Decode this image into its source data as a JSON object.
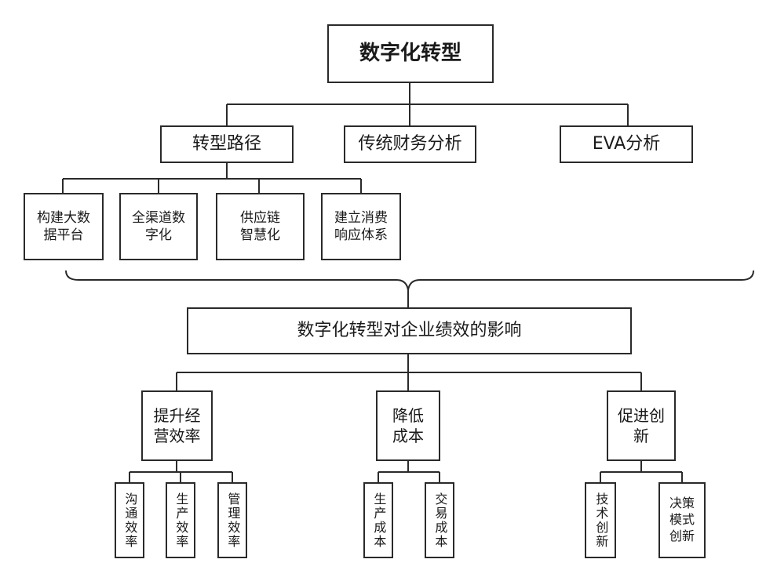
{
  "root": {
    "label": "数字化转型"
  },
  "level1": [
    {
      "label": "转型路径"
    },
    {
      "label": "传统财务分析"
    },
    {
      "label": "EVA分析"
    }
  ],
  "paths": [
    {
      "label": "构建大数\n据平台"
    },
    {
      "label": "全渠道数\n字化"
    },
    {
      "label": "供应链\n智慧化"
    },
    {
      "label": "建立消费\n响应体系"
    }
  ],
  "impact": {
    "label": "数字化转型对企业绩效的影响"
  },
  "effects": [
    {
      "label": "提升经\n营效率"
    },
    {
      "label": "降低\n成本"
    },
    {
      "label": "促进创\n新"
    }
  ],
  "efficiency_items": [
    {
      "label": "沟通效率"
    },
    {
      "label": "生产效率"
    },
    {
      "label": "管理效率"
    }
  ],
  "cost_items": [
    {
      "label": "生产成本"
    },
    {
      "label": "交易成本"
    }
  ],
  "innovation_items": [
    {
      "label": "技术创新"
    },
    {
      "label": "决策\n模式\n创新"
    }
  ]
}
